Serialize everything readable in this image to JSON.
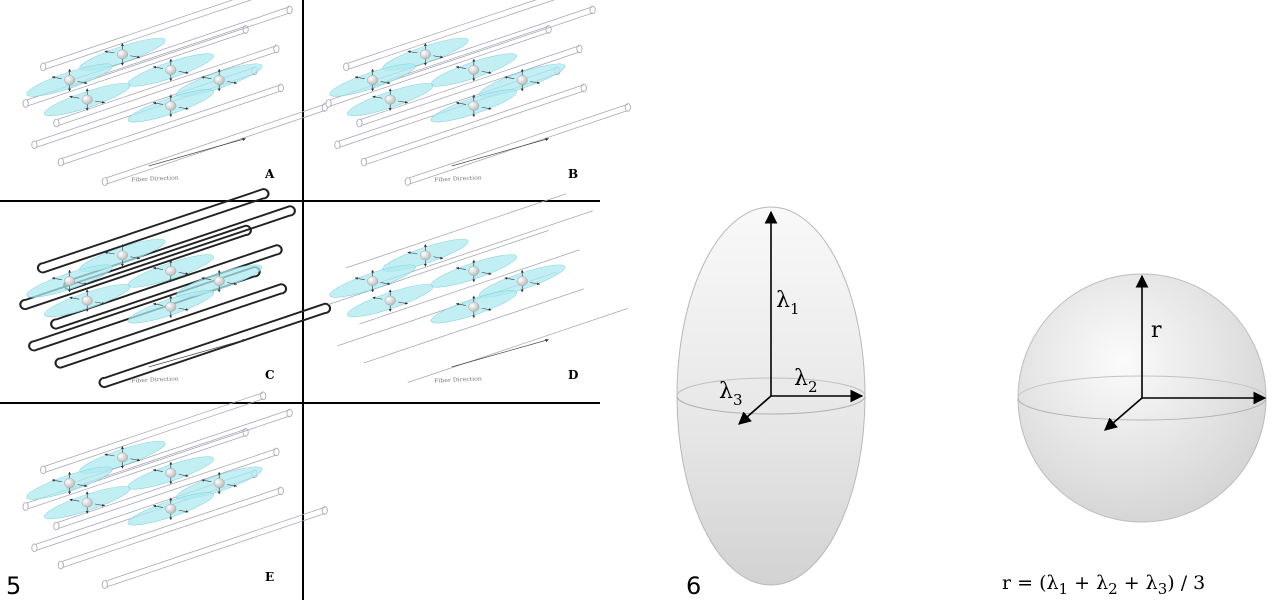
{
  "figure5": {
    "number": "5",
    "caption": "Fiber Direction",
    "panels": [
      {
        "id": "A",
        "label": "A",
        "fiber_style": "cylinder",
        "show_caption": true
      },
      {
        "id": "B",
        "label": "B",
        "fiber_style": "cylinder",
        "show_caption": true
      },
      {
        "id": "C",
        "label": "C",
        "fiber_style": "outlined",
        "show_caption": true
      },
      {
        "id": "D",
        "label": "D",
        "fiber_style": "line",
        "show_caption": true
      },
      {
        "id": "E",
        "label": "E",
        "fiber_style": "cylinder",
        "show_caption": false
      }
    ],
    "colors": {
      "disk": "#aeeaf0",
      "fiber": "#a9a9b8",
      "outline": "#222222"
    }
  },
  "figure6": {
    "number": "6",
    "ellipsoid": {
      "axes": [
        {
          "symbol": "λ",
          "sub": "1"
        },
        {
          "symbol": "λ",
          "sub": "2"
        },
        {
          "symbol": "λ",
          "sub": "3"
        }
      ]
    },
    "sphere": {
      "radius_label": "r"
    },
    "formula": "r = (λ1 + λ2 + λ3) / 3",
    "colors": {
      "shape_light": "#f9f9f9",
      "shape_dark": "#d4d4d4"
    }
  }
}
